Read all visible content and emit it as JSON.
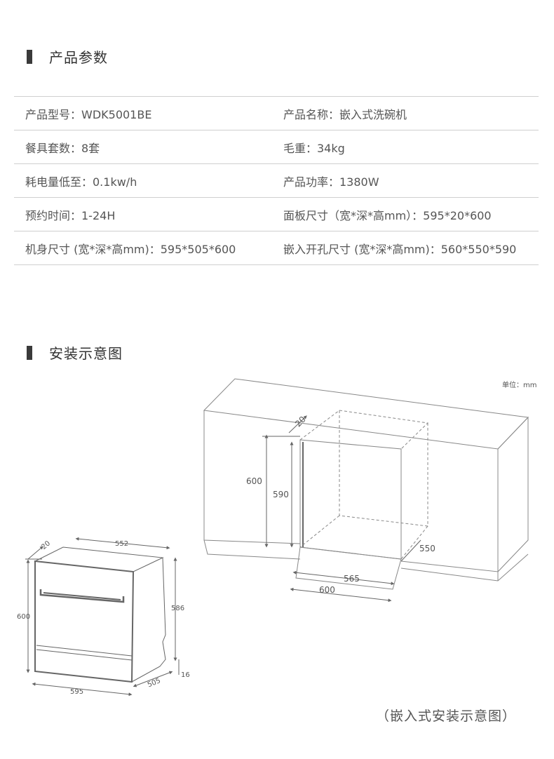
{
  "params": {
    "title": "产品参数",
    "rows": [
      {
        "left": "产品型号：WDK5001BE",
        "right": "产品名称：嵌入式洗碗机"
      },
      {
        "left": "餐具套数：8套",
        "right": "毛重：34kg"
      },
      {
        "left": "耗电量低至：0.1kw/h",
        "right": "产品功率：1380W"
      },
      {
        "left": "预约时间：1-24H",
        "right": "面板尺寸（宽*深*高mm）：595*20*600"
      },
      {
        "left": "机身尺寸 (宽*深*高mm)：595*505*600",
        "right": "嵌入开孔尺寸 (宽*深*高mm)：560*550*590"
      }
    ]
  },
  "install": {
    "title": "安装示意图",
    "unit": "单位：mm",
    "caption": "（嵌入式安装示意图）",
    "machine_dims": {
      "d20": "20",
      "d552": "552",
      "d600": "600",
      "d586": "586",
      "d595": "595",
      "d505": "505",
      "d16": "16"
    },
    "cabinet_dims": {
      "d20": "20",
      "d600": "600",
      "d590": "590",
      "d550": "550",
      "d565": "565",
      "d600b": "600"
    }
  }
}
